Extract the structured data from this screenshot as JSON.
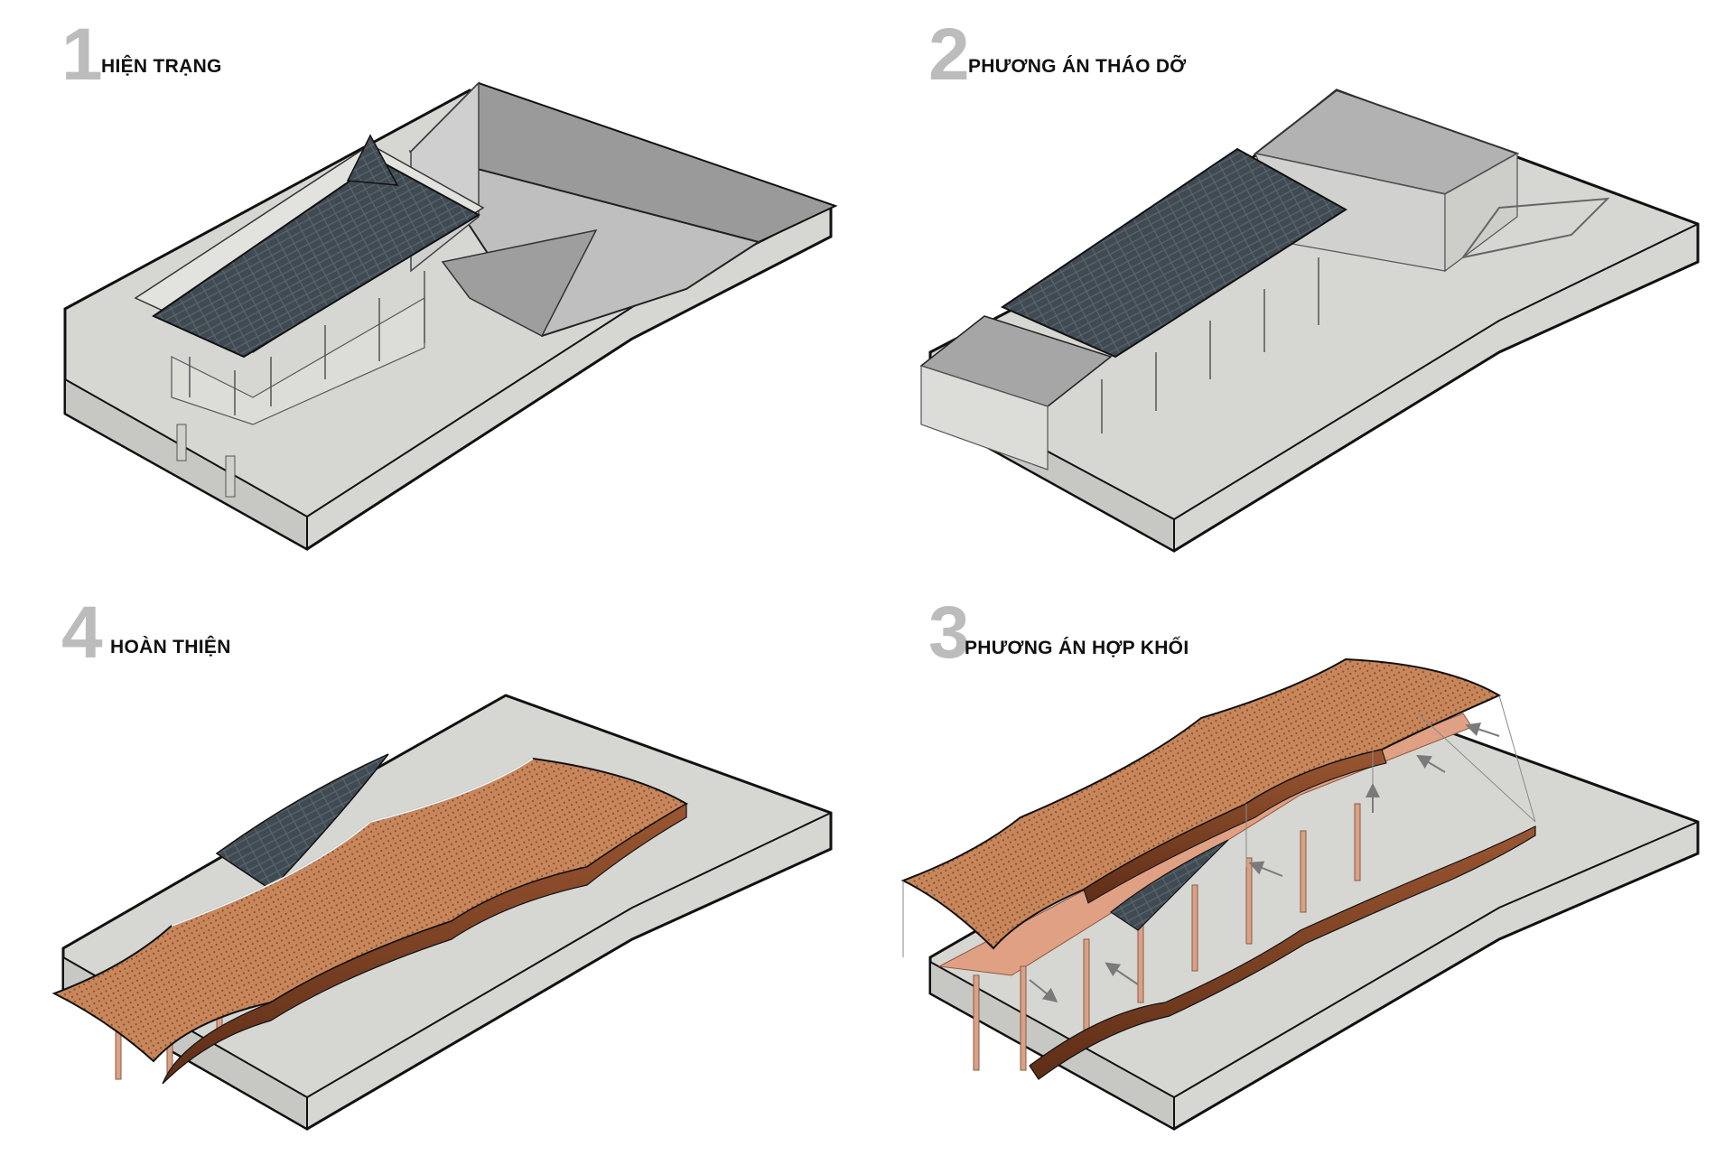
{
  "steps": [
    {
      "number": "1",
      "title": "HIỆN TRẠNG"
    },
    {
      "number": "2",
      "title": "PHƯƠNG ÁN THÁO DỠ"
    },
    {
      "number": "4",
      "title": "HOÀN THIỆN"
    },
    {
      "number": "3",
      "title": "PHƯƠNG ÁN HỢP KHỐI"
    }
  ],
  "colors": {
    "slab": "#d6d6d3",
    "slab_side": "#c7c7c4",
    "outline": "#111111",
    "tile_roof": "#404a52",
    "old_roof_light": "#b5b5b5",
    "old_roof_dark": "#8e8e8e",
    "wood_roof": "#c8865b",
    "wood_roof_dark": "#7a3f22",
    "column": "#d9a186",
    "label_number": "#bcbcbc"
  }
}
